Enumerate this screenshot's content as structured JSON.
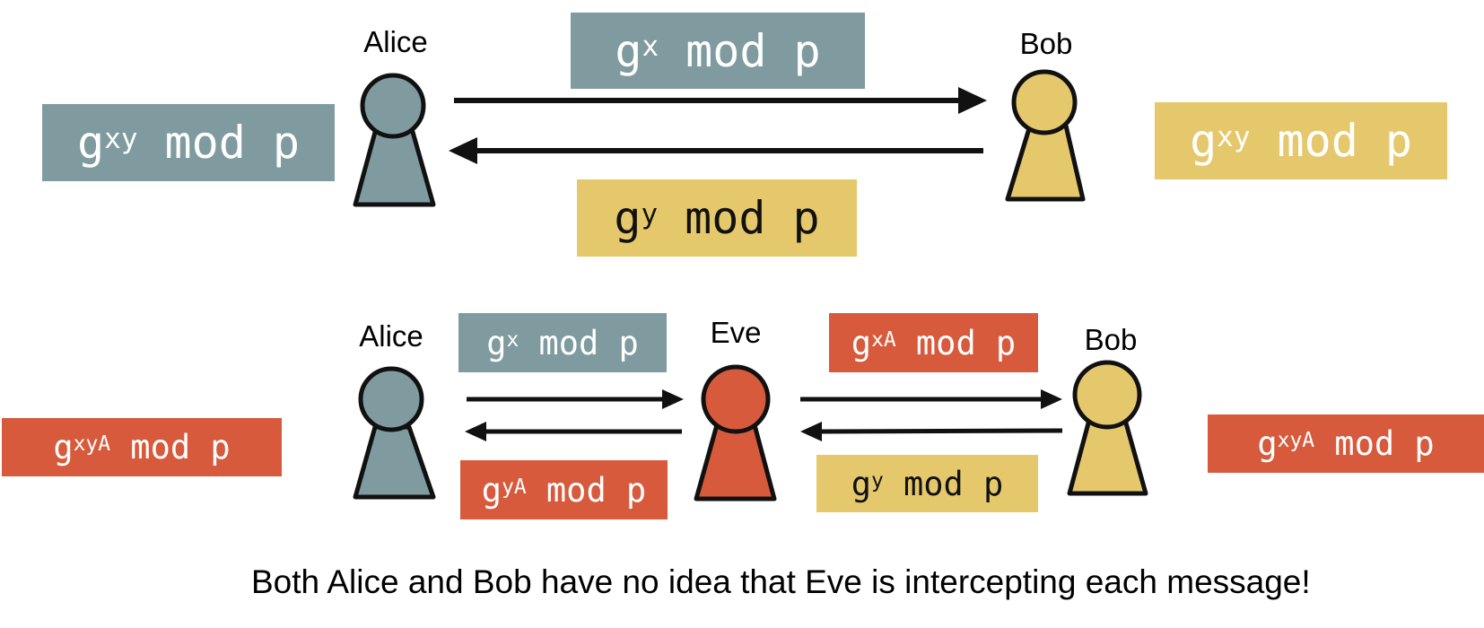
{
  "colors": {
    "alice": "#7f9ba0",
    "bob": "#e6c86c",
    "eve": "#d75a3c",
    "stroke": "#111111",
    "text_light": "#ffffff",
    "text_dark": "#111111"
  },
  "top": {
    "alice_label": "Alice",
    "bob_label": "Bob",
    "msg_to_bob": {
      "base": "g",
      "exp": "x",
      "rest": "mod",
      "mod": "p"
    },
    "msg_to_alice": {
      "base": "g",
      "exp": "y",
      "rest": "mod",
      "mod": "p"
    },
    "alice_key": {
      "base": "g",
      "exp": "xy",
      "rest": "mod",
      "mod": "p"
    },
    "bob_key": {
      "base": "g",
      "exp": "xy",
      "rest": "mod",
      "mod": "p"
    }
  },
  "bottom": {
    "alice_label": "Alice",
    "eve_label": "Eve",
    "bob_label": "Bob",
    "alice_to_eve": {
      "base": "g",
      "exp": "x",
      "rest": "mod",
      "mod": "p"
    },
    "eve_to_alice": {
      "base": "g",
      "exp": "yA",
      "rest": "mod",
      "mod": "p"
    },
    "eve_to_bob": {
      "base": "g",
      "exp": "xA",
      "rest": "mod",
      "mod": "p"
    },
    "bob_to_eve": {
      "base": "g",
      "exp": "y",
      "rest": "mod",
      "mod": "p"
    },
    "alice_key": {
      "base": "g",
      "exp": "xyA",
      "rest": "mod",
      "mod": "p"
    },
    "bob_key": {
      "base": "g",
      "exp": "xyA",
      "rest": "mod",
      "mod": "p"
    }
  },
  "caption": "Both Alice and Bob have no idea that Eve is intercepting each message!"
}
